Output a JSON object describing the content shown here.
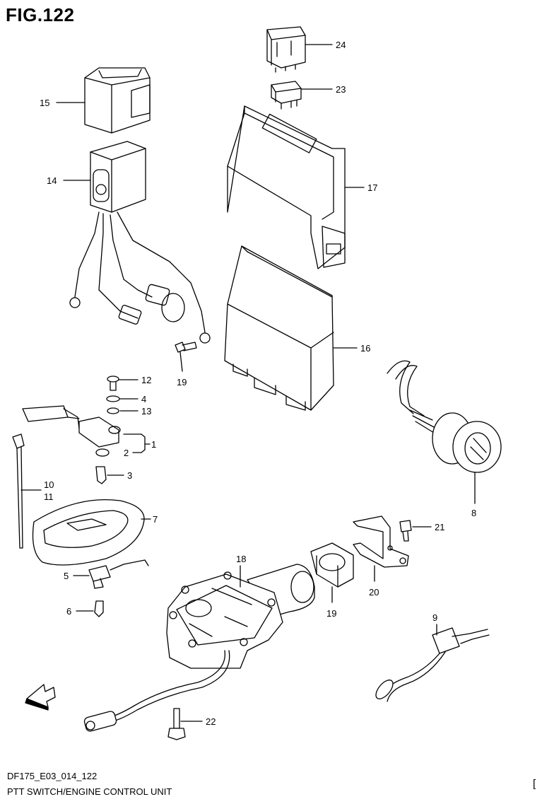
{
  "figure": {
    "title": "FIG.122",
    "code": "DF175_E03_014_122",
    "caption": "PTT SWITCH/ENGINE CONTROL UNIT",
    "bracket": "["
  },
  "callouts": {
    "c1": "1",
    "c2": "2",
    "c3": "3",
    "c4": "4",
    "c5": "5",
    "c6": "6",
    "c7": "7",
    "c8": "8",
    "c9": "9",
    "c10": "10",
    "c11": "11",
    "c12": "12",
    "c13": "13",
    "c14": "14",
    "c15": "15",
    "c16": "16",
    "c17": "17",
    "c18": "18",
    "c19a": "19",
    "c19b": "19",
    "c20": "20",
    "c21": "21",
    "c22": "22",
    "c23": "23",
    "c24": "24"
  },
  "icons": {
    "forward_arrow": "fwd-arrow-icon"
  }
}
